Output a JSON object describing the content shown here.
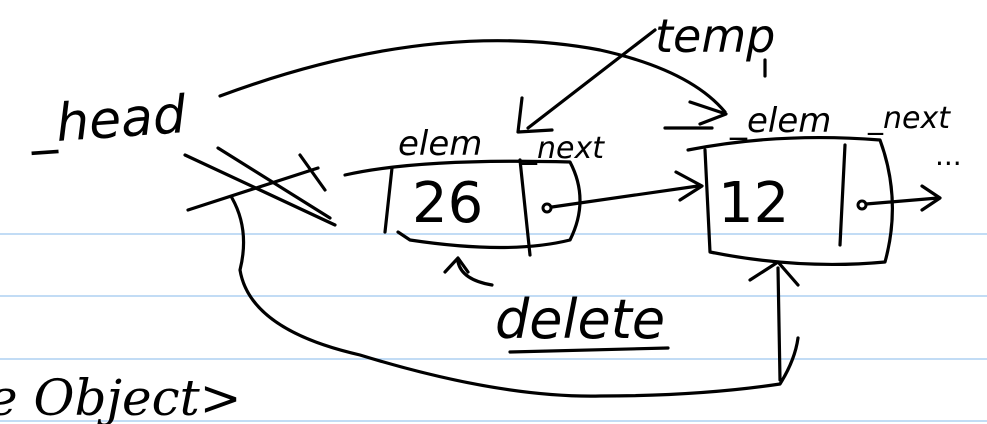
{
  "labels": {
    "head": "_head",
    "temp": "temp",
    "elem_1": "elem",
    "next_1": "_next",
    "elem_2": "_elem",
    "next_2": "_next",
    "delete": "delete",
    "object": "e Object>",
    "ellipsis": "..."
  },
  "nodes": [
    {
      "value": "26"
    },
    {
      "value": "12"
    }
  ],
  "colors": {
    "ink": "#000000",
    "ruled_line": "#aed0f2",
    "paper": "#ffffff"
  }
}
